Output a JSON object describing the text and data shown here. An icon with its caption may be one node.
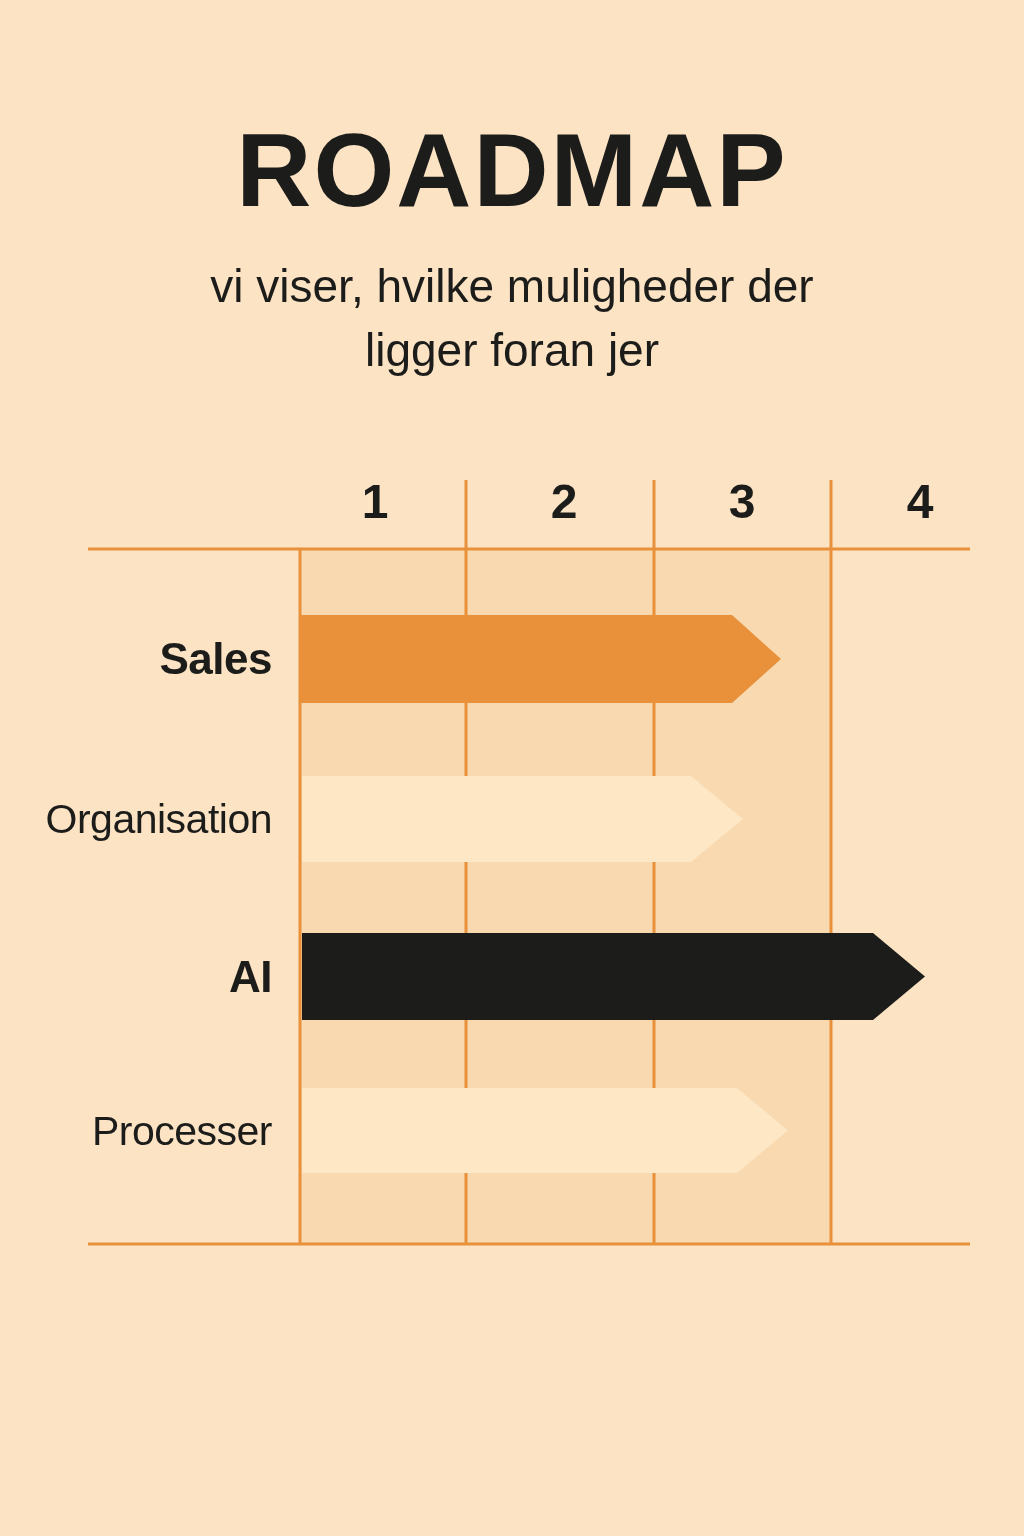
{
  "diagram": {
    "title": "ROADMAP",
    "caption": "vi viser, hvilke muligheder der ligger foran jer",
    "nodes": [
      {
        "text": [],
        "shape": "bar",
        "beside": [
          "Sales"
        ]
      },
      {
        "text": [],
        "shape": "bar",
        "beside": [
          "Organisation"
        ]
      },
      {
        "text": [],
        "shape": "bar",
        "beside": [
          "AI"
        ]
      },
      {
        "text": [],
        "shape": "bar",
        "beside": [
          "Processer"
        ]
      }
    ],
    "labels": [
      "1",
      "2",
      "3",
      "4"
    ]
  }
}
